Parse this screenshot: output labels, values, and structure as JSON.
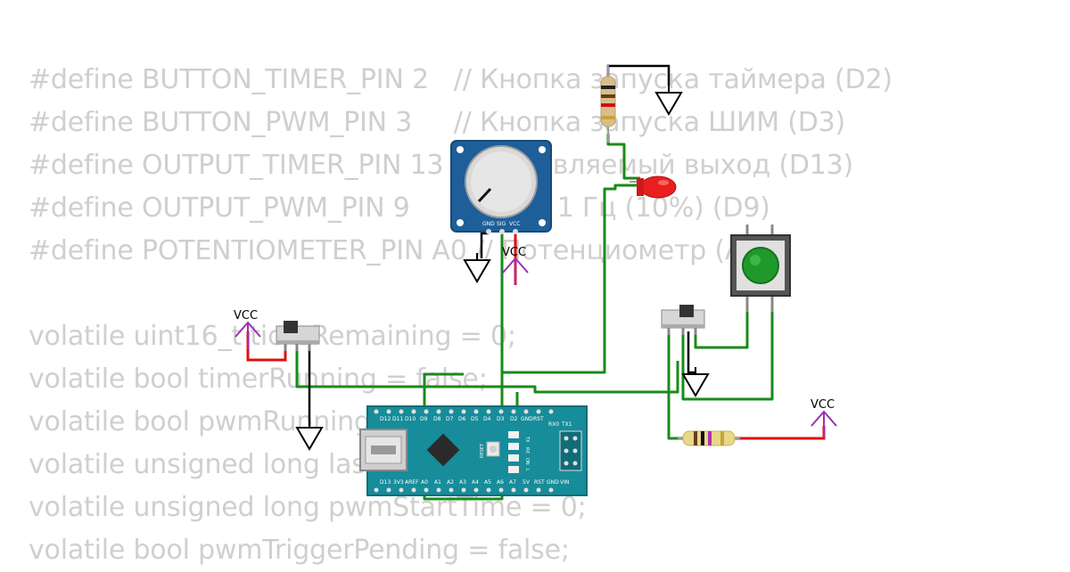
{
  "code_lines": [
    "#define BUTTON_TIMER_PIN 2   // Кнопка запуска таймера (D2)",
    "#define BUTTON_PWM_PIN 3     // Кнопка запуска ШИМ (D3)",
    "#define OUTPUT_TIMER_PIN 13  // Управляемый выход (D13)",
    "#define OUTPUT_PWM_PIN 9     // ШИМ 1 Гц (10%) (D9)",
    "#define POTENTIOMETER_PIN A0 // Потенциометр (A0)",
    "",
    "volatile uint16_t ticksRemaining = 0;",
    "volatile bool timerRunning = false;",
    "volatile bool pwmRunning = false;",
    "volatile unsigned long lastPwmToggle = 0;",
    "volatile unsigned long pwmStartTime = 0;",
    "volatile bool pwmTriggerPending = false;"
  ],
  "vcc_labels": {
    "pot": "VCC",
    "left_switch": "VCC",
    "right_resistor": "VCC"
  },
  "pot_pins": {
    "gnd": "GND",
    "sig": "SIG",
    "vcc": "VCC"
  },
  "nano": {
    "top_pins": [
      "D12",
      "D11",
      "D10",
      "D9",
      "D8",
      "D7",
      "D6",
      "D5",
      "D4",
      "D3",
      "D2",
      "GND",
      "RST",
      "RX0",
      "TX1"
    ],
    "bottom_pins": [
      "D13",
      "3V3",
      "AREF",
      "A0",
      "A1",
      "A2",
      "A3",
      "A4",
      "A5",
      "A6",
      "A7",
      "5V",
      "RST",
      "GND",
      "VIN"
    ],
    "reset_label": "RESET",
    "led_labels": [
      "TX",
      "RX",
      "ON",
      "L"
    ]
  },
  "colors": {
    "wire_green": "#1a8a1a",
    "wire_red": "#e01010",
    "wire_black": "#000000",
    "vcc_purple": "#9b30b0",
    "board_blue": "#178c9a",
    "pot_blue": "#1f5f99",
    "led_red": "#e82020",
    "button_green": "#1f9a2a",
    "code_text": "#cfcfcf"
  },
  "icons": [
    "ground-symbol-icon",
    "vcc-arrow-icon",
    "resistor-icon",
    "led-icon",
    "potentiometer-icon",
    "pushbutton-icon",
    "slide-switch-icon",
    "arduino-nano-icon",
    "usb-connector-icon"
  ]
}
